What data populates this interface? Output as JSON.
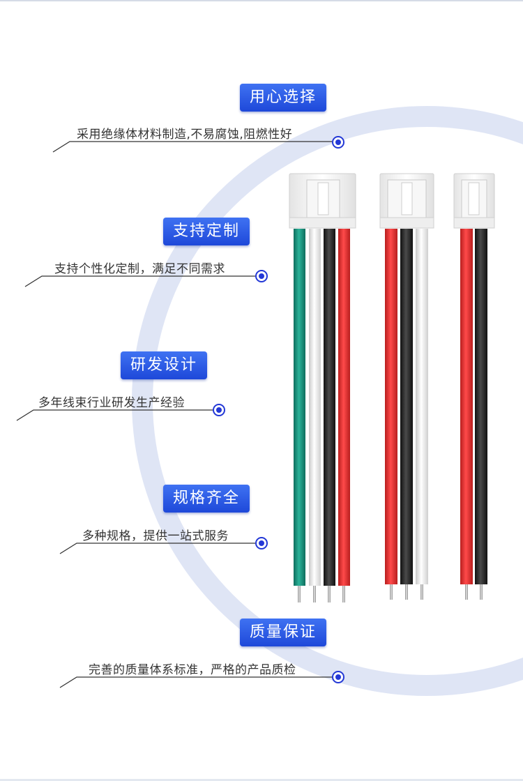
{
  "features": [
    {
      "title": "用心选择",
      "desc": "采用绝缘体材料制造,不易腐蚀,阻燃性好"
    },
    {
      "title": "支持定制",
      "desc": "支持个性化定制，满足不同需求"
    },
    {
      "title": "研发设计",
      "desc": "多年线束行业研发生产经验"
    },
    {
      "title": "规格齐全",
      "desc": "多种规格，提供一站式服务"
    },
    {
      "title": "质量保证",
      "desc": "完善的质量体系标准，严格的产品质检"
    }
  ],
  "colors": {
    "accent": "#1e48d9",
    "ring": "#dfe5f5",
    "wire_green": "#1b8a76",
    "wire_white": "#f2f2f2",
    "wire_black": "#262626",
    "wire_red": "#e23030"
  }
}
